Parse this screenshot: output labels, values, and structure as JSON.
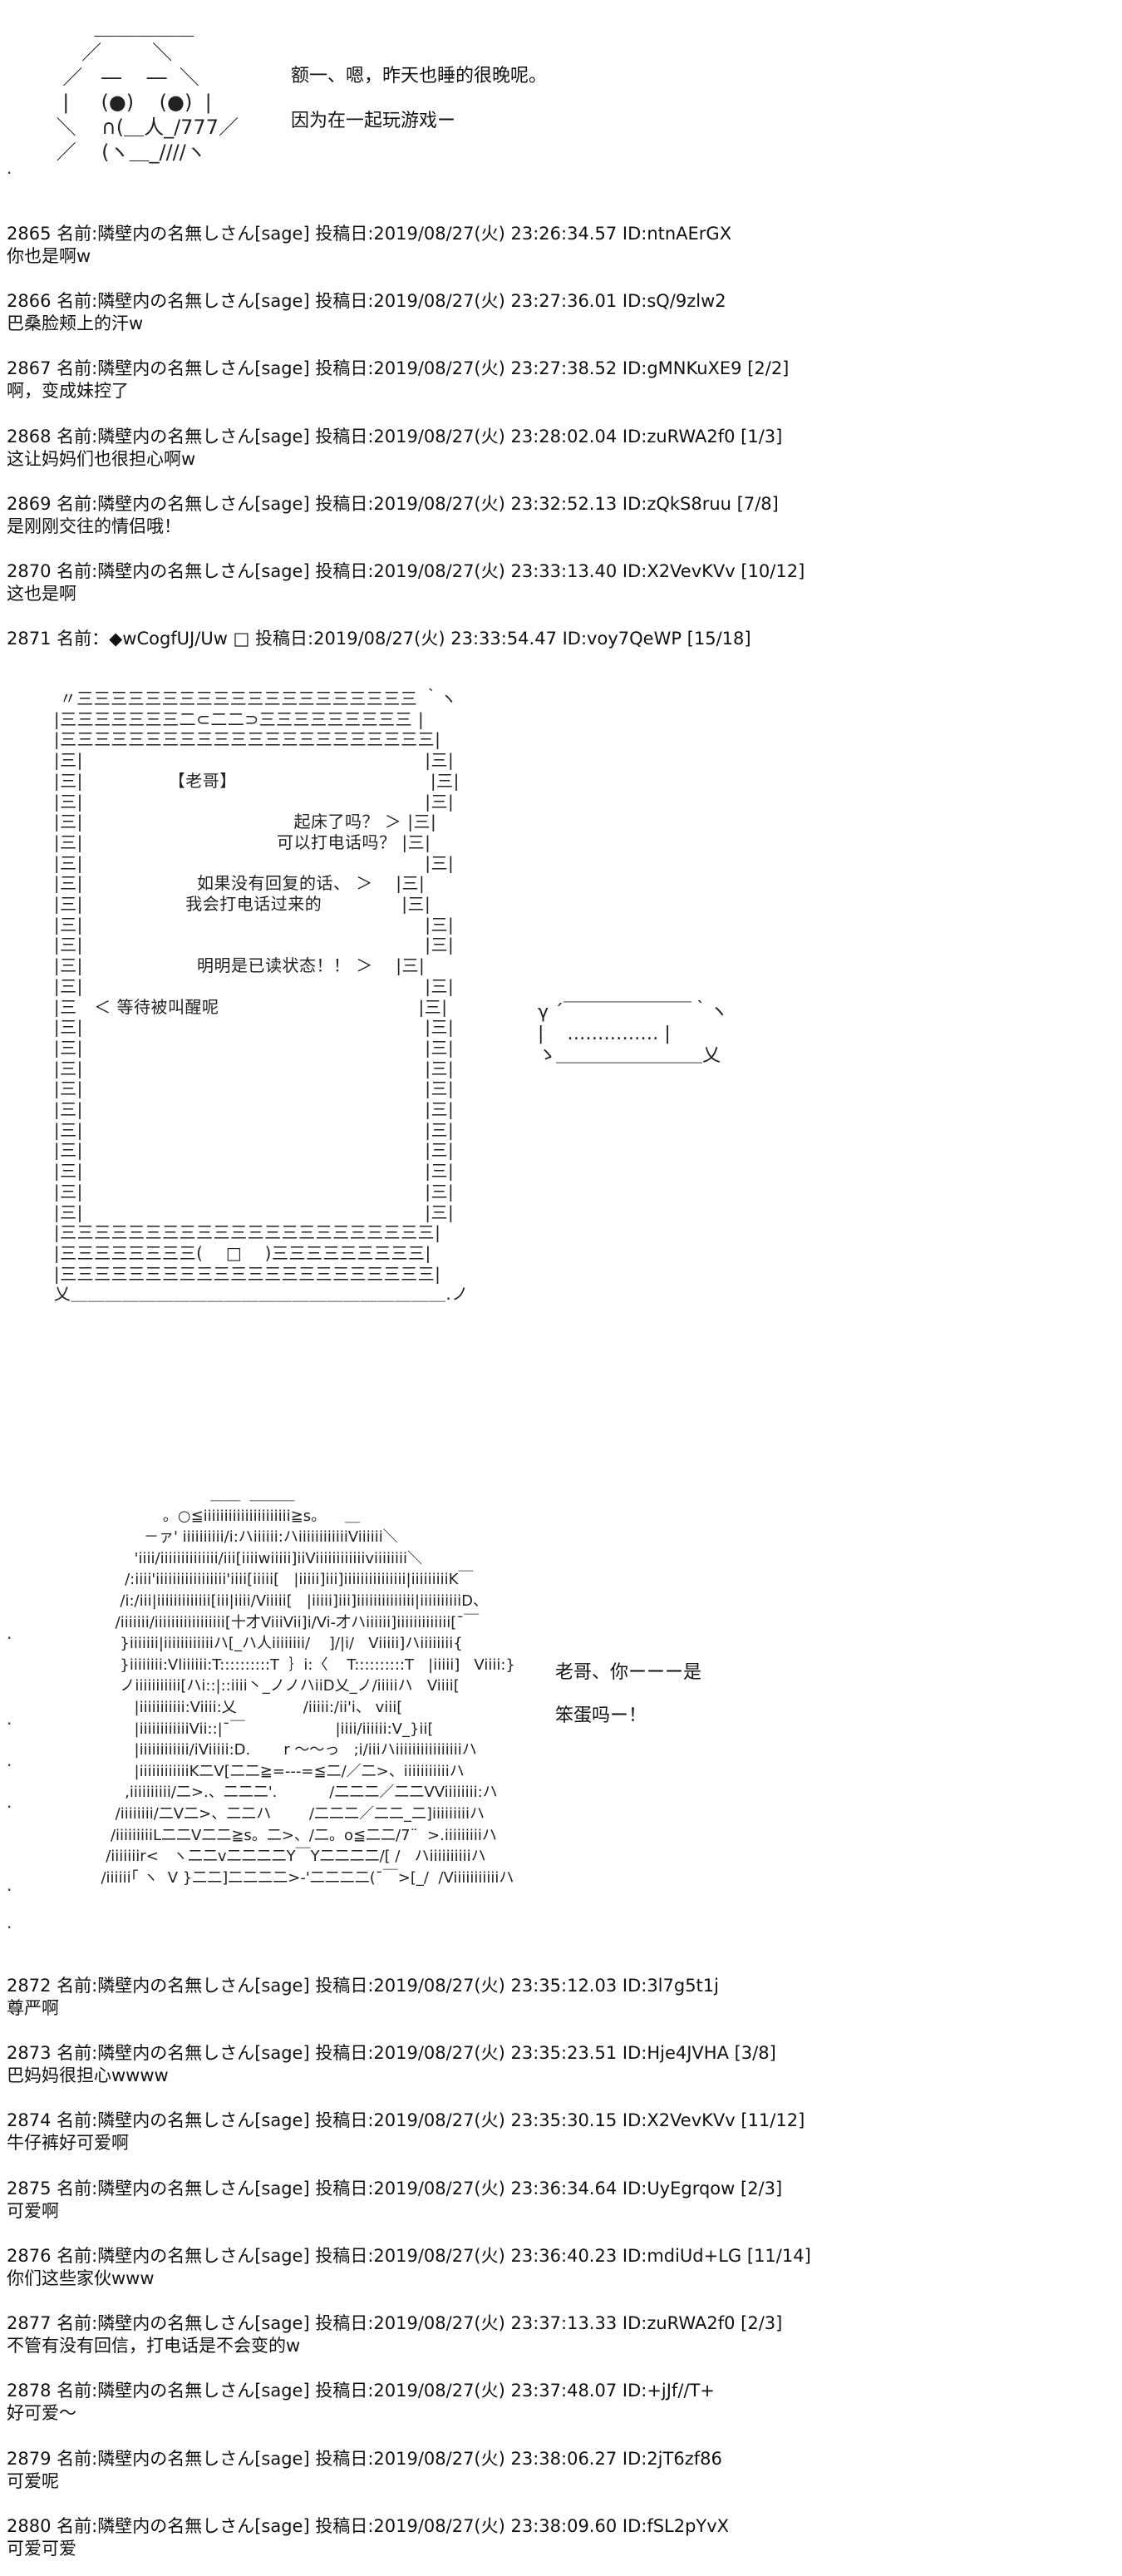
{
  "top_section": {
    "face_art": "       ＿＿＿＿＿\n     ／        ＼\n  ／   ―    ―  ＼\n  |     (●)    (●)  |\n ＼    ∩(＿人_/777／\n ／    (ヽ＿_////ヽ",
    "line1": "额一、嗯，昨天也睡的很晚呢。",
    "line2": "因为在一起玩游戏ー",
    "trailing_dot": "."
  },
  "posts_before": [
    {
      "header": "2865 名前:隣壁内の名無しさん[sage] 投稿日:2019/08/27(火) 23:26:34.57 ID:ntnAErGX",
      "body": "你也是啊w"
    },
    {
      "header": "2866 名前:隣壁内の名無しさん[sage] 投稿日:2019/08/27(火) 23:27:36.01 ID:sQ/9zlw2",
      "body": "巴桑脸颊上的汗w"
    },
    {
      "header": "2867 名前:隣壁内の名無しさん[sage] 投稿日:2019/08/27(火) 23:27:38.52 ID:gMNKuXE9 [2/2]",
      "body": "啊，变成妹控了"
    },
    {
      "header": "2868 名前:隣壁内の名無しさん[sage] 投稿日:2019/08/27(火) 23:28:02.04 ID:zuRWA2f0 [1/3]",
      "body": "这让妈妈们也很担心啊w"
    },
    {
      "header": "2869 名前:隣壁内の名無しさん[sage] 投稿日:2019/08/27(火) 23:32:52.13 ID:zQkS8ruu [7/8]",
      "body": "是刚刚交往的情侣哦！"
    },
    {
      "header": "2870 名前:隣壁内の名無しさん[sage] 投稿日:2019/08/27(火) 23:33:13.40 ID:X2VevKVv [10/12]",
      "body": "这也是啊"
    }
  ],
  "post_2871": {
    "header": "2871 名前：◆wCogfUJ/Uw □ 投稿日:2019/08/27(火) 23:33:54.47 ID:voy7QeWP [15/18]"
  },
  "phone": {
    "art": "  〃三三三三三三三三三三三三三三三三三三三三 ｀ヽ\n |三三三三三三三二⊂二二⊃三三三三三三三三三 |\n |三三三三三三三三三三三三三三三三三三三三三三|\n |三|                                                            |三|\n |三|               【老哥】                                  |三|\n |三|                                                            |三|\n |三|                                     起床了吗？ ＞ |三|\n |三|                                  可以打电话吗？ |三|\n |三|                                                            |三|\n |三|                    如果没有回复的话、 ＞    |三|\n |三|                  我会打电话过来的              |三|\n |三|                                                            |三|\n |三|                                                            |三|\n |三|                    明明是已读状态！！ ＞    |三|\n |三|                                                            |三|\n |三   ＜ 等待被叫醒呢                                   |三|\n |三|                                                            |三|\n |三|                                                            |三|\n |三|                                                            |三|\n |三|                                                            |三|\n |三|                                                            |三|\n |三|                                                            |三|\n |三|                                                            |三|\n |三|                                                            |三|\n |三|                                                            |三|\n |三|                                                            |三|\n |三三三三三三三三三三三三三三三三三三三三三三|\n |三三三三三三三三(    □    )三三三三三三三三三|\n |三三三三三三三三三三三三三三三三三三三三三三|\n 乂＿＿＿＿＿＿＿＿＿＿＿＿＿＿＿＿＿＿＿＿＿＿.ノ"
  },
  "bubble": {
    "art": " γ ´￣￣￣￣￣￣￣｀ヽ\n |    …………… |\n ゝ＿＿＿＿＿＿＿＿乂"
  },
  "face2": {
    "art": "                                ＿＿  ＿＿＿\n                      。○≦iiiiiiiiiiiiiiiiiiiii≧s。    ＿\n                  －ァ' iiiiiiiiii/i:ハiiiiii:ハiiiiiiiiiiiiViiiiii＼\n                'iiii/iiiiiiiiiiiiii/iii[iiiiwiiiii]iiViiiiiiiiiiiiviiiiiiii＼\n              /:iiii'iiiiiiiiiiiiiiiii'iiii[iiiii[   |iiiii]iii]iiiiiiiiiiiiiii|iiiiiiiiiK￣\n             /i:/iii|iiiiiiiiiiiii[iii|iiii/Viiiii[   |iiiii]iii]iiiiiiiiiiiiii|iiiiiiiiiiD、\n            /iiiiiii/iiiiiiiiiiiiiiiii[十才ViiiVii]i/Vi-才ハiiiiii]iiiiiiiiiiiii[¯￣\n             }iiiiiii|iiiiiiiiiiiiハ[_ハ人iiiiiiii/    ]/|i/   Viiiii]ハiiiiiiii{\n             }iiiiiiii:Vliiiiii:T::::::::::T  ｝i:〈    T::::::::::T   |iiiii]   Viiii:}\n             ノiiiiiiiiiii[ハi::|::iiii丶_ノノハiiD乂_ノ/iiiiiハ   Viiii[\n                |iiiiiiiiiii:Viiii:乂              /iiiii:/ii'i、 viii[\n                |iiiiiiiiiiiiVii::|¯￣                   |iiii/iiiiii:V_}ii[\n                |iiiiiiiiiiii/iViiiii:D.       r ～～っ   ;i/iiiハiiiiiiiiiiiiiiiiハ\n                |iiiiiiiiiiiiK二V[二二≧=---=≦二/／二>、iiiiiiiiiiiハ\n              ,iiiiiiiiii/二>.、二二二'.           /二二二／二二VViiiiiiii:ハ\n            /iiiiiiii/二V二>、二二ハ        /二二二／二二_二]iiiiiiiiiハ\n           /iiiiiiiiiL二二V二二≧s。二>、/二。o≦二二/7¨  >.iiiiiiiiiハ\n          /iiiiiiir<   ヽ二二v二二二二Y￣Y二二二二/[ /   ハiiiiiiiiiiハ\n         /iiiiii｢ ヽ  V }二二]二二二二>-'二二二二(¯￣>[_/  /Viiiiiiiiiiiハ",
    "line1": "老哥、你ーーー是",
    "line2": "笨蛋吗ー！"
  },
  "face2_left_dots": [
    ".",
    ".",
    ".",
    ".",
    ".",
    "."
  ],
  "posts_after": [
    {
      "header": "2872 名前:隣壁内の名無しさん[sage] 投稿日:2019/08/27(火) 23:35:12.03 ID:3l7g5t1j",
      "body": "尊严啊"
    },
    {
      "header": "2873 名前:隣壁内の名無しさん[sage] 投稿日:2019/08/27(火) 23:35:23.51 ID:Hje4JVHA [3/8]",
      "body": "巴妈妈很担心wwww"
    },
    {
      "header": "2874 名前:隣壁内の名無しさん[sage] 投稿日:2019/08/27(火) 23:35:30.15 ID:X2VevKVv [11/12]",
      "body": "牛仔裤好可爱啊"
    },
    {
      "header": "2875 名前:隣壁内の名無しさん[sage] 投稿日:2019/08/27(火) 23:36:34.64 ID:UyEgrqow [2/3]",
      "body": "可爱啊"
    },
    {
      "header": "2876 名前:隣壁内の名無しさん[sage] 投稿日:2019/08/27(火) 23:36:40.23 ID:mdiUd+LG [11/14]",
      "body": "你们这些家伙www"
    },
    {
      "header": "2877 名前:隣壁内の名無しさん[sage] 投稿日:2019/08/27(火) 23:37:13.33 ID:zuRWA2f0 [2/3]",
      "body": "不管有没有回信，打电话是不会变的w"
    },
    {
      "header": "2878 名前:隣壁内の名無しさん[sage] 投稿日:2019/08/27(火) 23:37:48.07 ID:+jJf//T+",
      "body": "好可爱～"
    },
    {
      "header": "2879 名前:隣壁内の名無しさん[sage] 投稿日:2019/08/27(火) 23:38:06.27 ID:2jT6zf86",
      "body": "可爱呢"
    },
    {
      "header": "2880 名前:隣壁内の名無しさん[sage] 投稿日:2019/08/27(火) 23:38:09.60 ID:fSL2pYvX",
      "body": "可爱可爱"
    }
  ]
}
